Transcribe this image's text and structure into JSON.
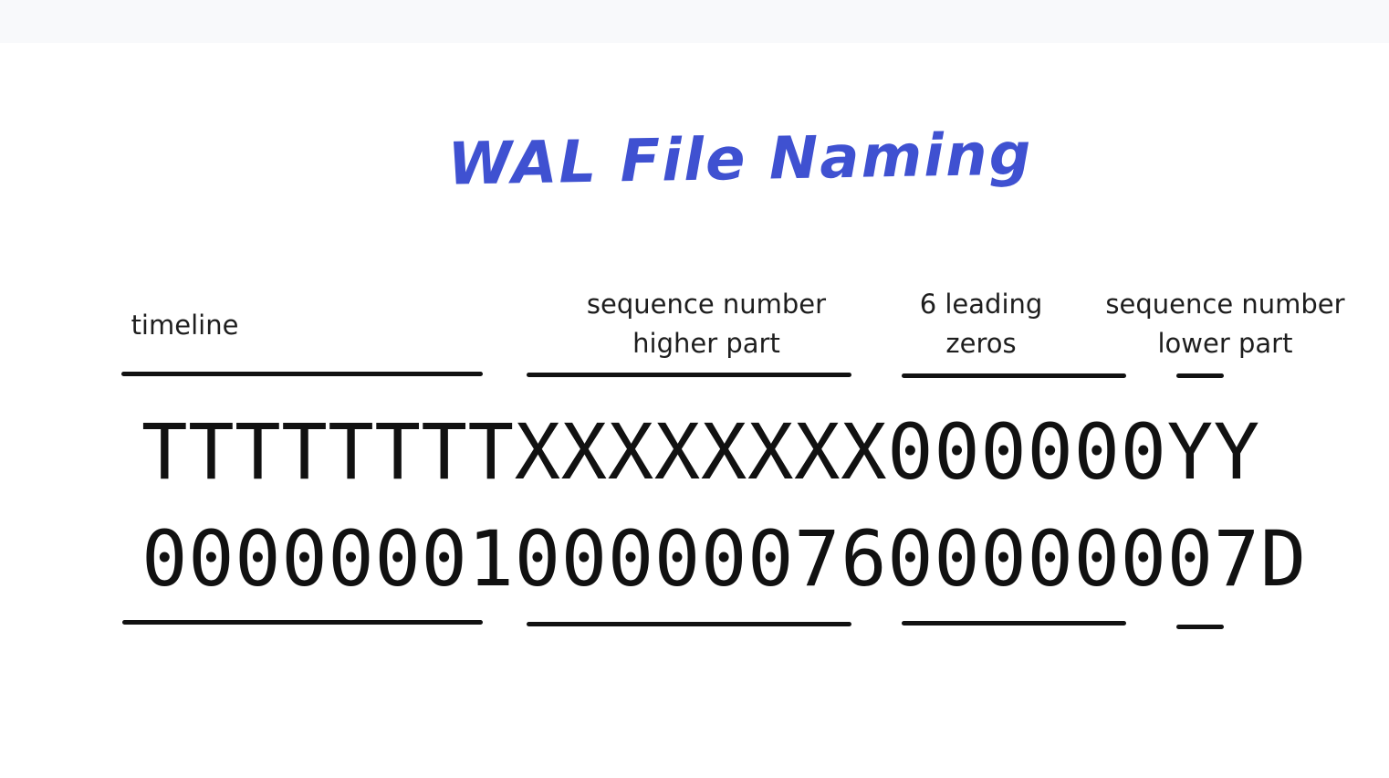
{
  "diagram": {
    "title": "WAL File Naming",
    "labels": {
      "timeline": "timeline",
      "sequence_high_line1": "sequence number",
      "sequence_high_line2": "higher part",
      "leading_zeros_line1": "6 leading",
      "leading_zeros_line2": "zeros",
      "sequence_low_line1": "sequence number",
      "sequence_low_line2": "lower part"
    },
    "template_format": "TTTTTTTTXXXXXXXX000000YY",
    "example_filename": "000000010000007600000007D"
  },
  "colors": {
    "title": "#3f51d1",
    "text": "#1e1e1e",
    "underline": "#111111",
    "top_strip": "#f8f9fb"
  }
}
